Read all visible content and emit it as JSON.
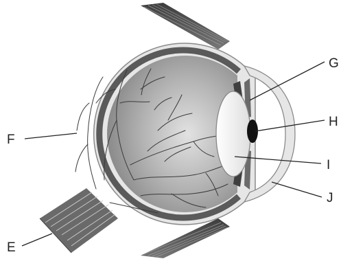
{
  "labels": {
    "G": "G",
    "H": "H",
    "I": "I",
    "J": "J",
    "F": "F",
    "E": "E"
  },
  "colors": {
    "sclera": "#e6e6e6",
    "sclera_stroke": "#8a8a8a",
    "choroid": "#5a5a5a",
    "retina_band": "#7e7e7e",
    "vitreous_light": "#dcdcdc",
    "vitreous_dark": "#8d8d8d",
    "vessels": "#3a3a3a",
    "lens": "#f3f3f3",
    "pupil": "#111111",
    "muscle": "#555555",
    "label_text": "#222222"
  }
}
